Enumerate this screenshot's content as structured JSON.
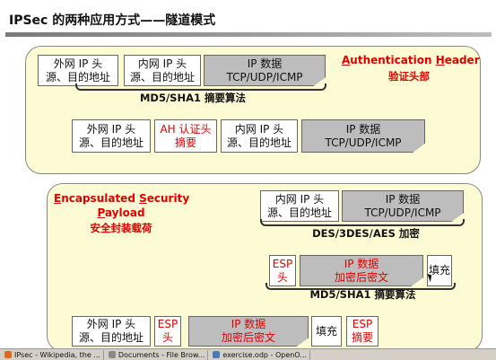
{
  "title": "IPSec 的两种应用方式——隧道模式",
  "ah": {
    "name_parts": [
      {
        "u": "A",
        "rest": "uthentication "
      },
      {
        "u": "H",
        "rest": "eader"
      }
    ],
    "cn": "验证头部",
    "top_outer": "外网 IP 头\n源、目的地址",
    "top_inner": "内网 IP 头\n源、目的地址",
    "top_data": "IP 数据\nTCP/UDP/ICMP",
    "algo": "MD5/SHA1 摘要算法",
    "bot_outer": "外网 IP 头\n源、目的地址",
    "bot_ah": "AH 认证头\n摘要",
    "bot_inner": "内网 IP 头\n源、目的地址",
    "bot_data": "IP 数据\nTCP/UDP/ICMP"
  },
  "esp": {
    "name_line1": [
      {
        "u": "E",
        "rest": "ncapsulated "
      },
      {
        "u": "S",
        "rest": "ecurity"
      }
    ],
    "name_line2": [
      {
        "u": "P",
        "rest": "ayload"
      }
    ],
    "cn": "安全封装载荷",
    "top_inner": "内网 IP 头\n源、目的地址",
    "top_data": "IP 数据\nTCP/UDP/ICMP",
    "enc_algo": "DES/3DES/AES 加密",
    "mid_esp": "ESP\n头",
    "mid_data": "IP 数据\n加密后密文",
    "mid_pad": "填充",
    "hash_algo": "MD5/SHA1 摘要算法",
    "bot_outer": "外网 IP 头\n源、目的地址",
    "bot_esp": "ESP\n头",
    "bot_data": "IP 数据\n加密后密文",
    "bot_pad": "填充",
    "bot_esp_digest": "ESP\n摘要"
  },
  "taskbar": {
    "items": [
      {
        "label": "IPsec - Wikipedia, the ...",
        "icon": "firefox-icon",
        "color": "#e06a1b"
      },
      {
        "label": "Documents - File Brow...",
        "icon": "folder-icon",
        "color": "#8a8a8a"
      },
      {
        "label": "exercise.odp - OpenO...",
        "icon": "impress-icon",
        "color": "#4a78b8"
      }
    ]
  }
}
